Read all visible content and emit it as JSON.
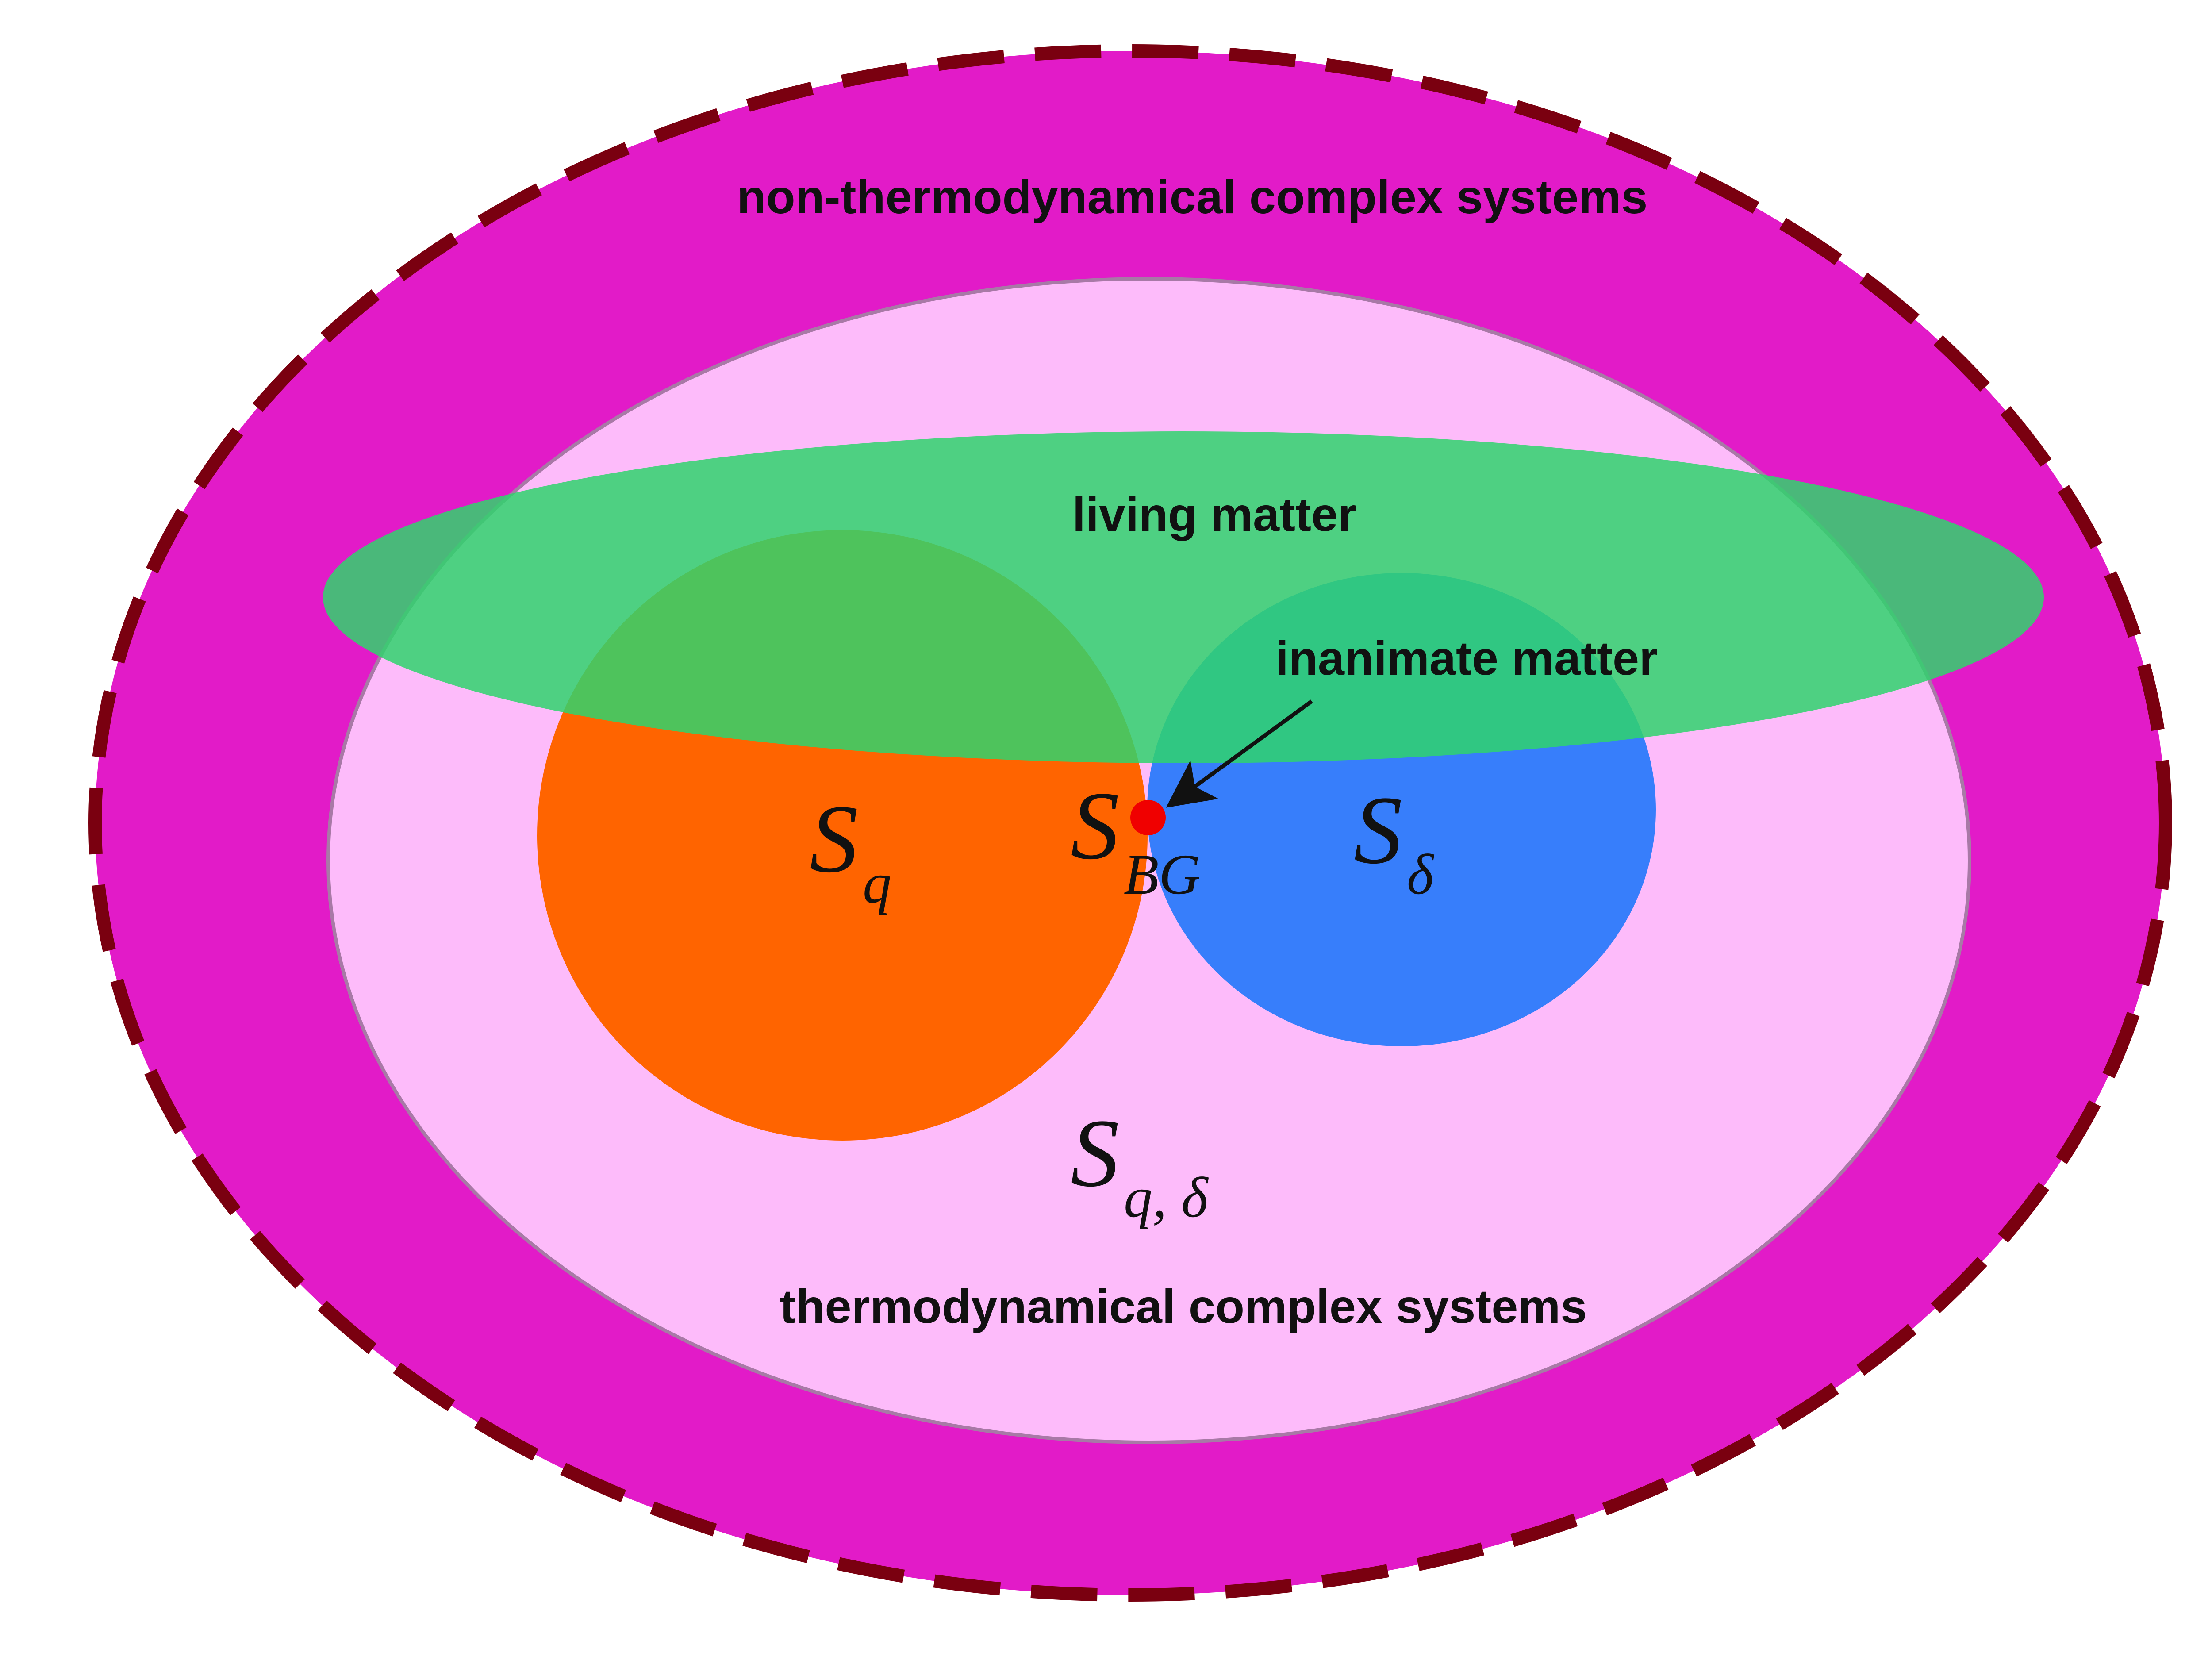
{
  "colors": {
    "outer_fill": "#E21BC8",
    "outer_border": "#7A0010",
    "inner_fill": "#FDBBFA",
    "inner_border": "#A879A6",
    "sq_fill": "#FF6400",
    "sdelta_fill": "#377EFB",
    "living_fill": "#2FD46C",
    "bg_dot": "#F00000",
    "text": "#111111"
  },
  "labels": {
    "outer": "non-thermodynamical complex systems",
    "inner": "thermodynamical complex systems",
    "living": "living matter",
    "inanimate": "inanimate matter"
  },
  "entropies": {
    "sq": {
      "main": "S",
      "sub": "q"
    },
    "sbg": {
      "main": "S",
      "sub": "BG"
    },
    "sdelta": {
      "main": "S",
      "sub": "δ"
    },
    "sqdelta": {
      "main": "S",
      "sub": "q, δ"
    }
  }
}
